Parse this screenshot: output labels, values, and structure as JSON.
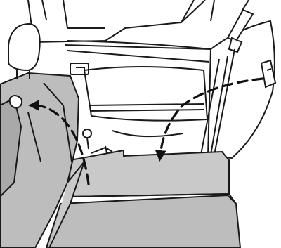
{
  "illustration": {
    "subject": "rear-seat-folding-instructions",
    "colors": {
      "outline": "#1a1a1a",
      "seat_fill": "#bdbdbd",
      "seat_shadow": "#a9a9a9",
      "seat_top": "#c9c9c9",
      "background": "#ffffff",
      "arrow": "#111111"
    },
    "icons": [
      "headrest",
      "seatbelt",
      "door-handle",
      "curved-arrow",
      "curved-arrow"
    ]
  }
}
